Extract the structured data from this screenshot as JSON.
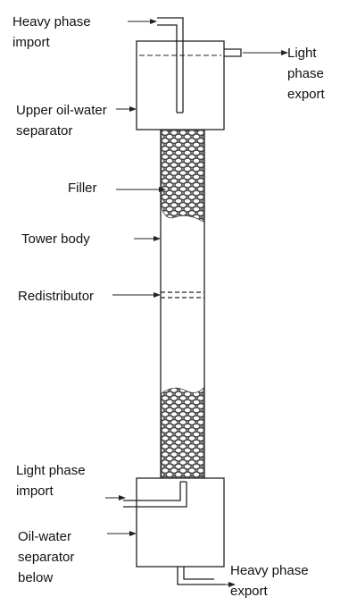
{
  "labels": {
    "heavy_phase_import": [
      "Heavy phase",
      "import"
    ],
    "light_phase_export": [
      "Light",
      "phase",
      "export"
    ],
    "upper_separator": [
      "Upper oil-water",
      "separator"
    ],
    "filler": [
      "Filler"
    ],
    "tower_body": [
      "Tower body"
    ],
    "redistributor": [
      "Redistributor"
    ],
    "light_phase_import": [
      "Light phase",
      "import"
    ],
    "lower_separator": [
      "Oil-water",
      "separator",
      "below"
    ],
    "heavy_phase_export": [
      "Heavy phase",
      "export"
    ]
  },
  "colors": {
    "line": "#222222",
    "packing": "#444444",
    "background": "#ffffff"
  }
}
